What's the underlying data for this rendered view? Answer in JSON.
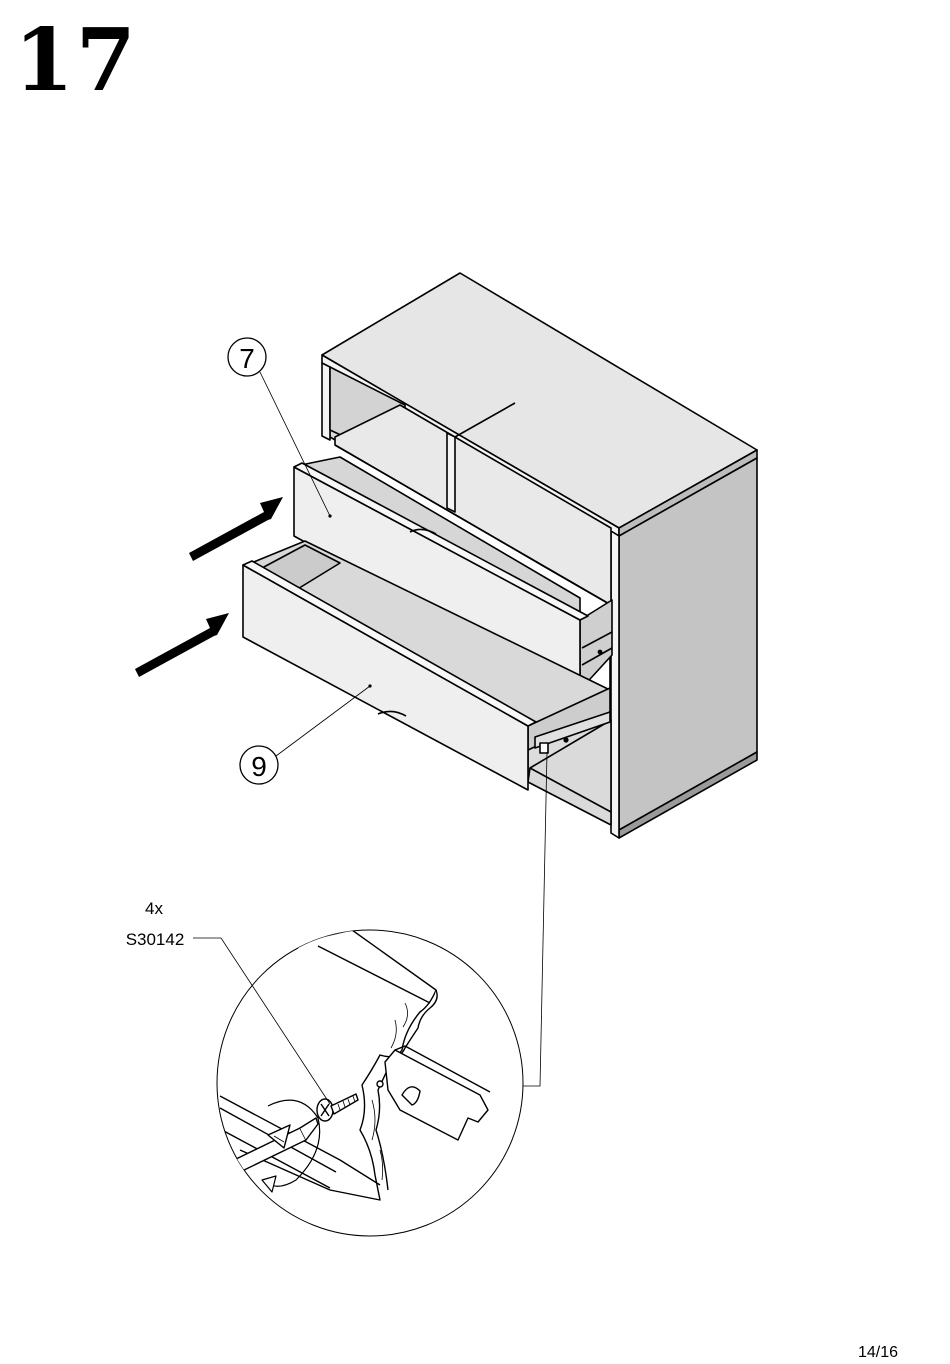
{
  "step": {
    "number": "17"
  },
  "parts": {
    "upper_drawer_label": "7",
    "lower_drawer_label": "9"
  },
  "hardware": {
    "quantity": "4x",
    "code": "S30142"
  },
  "footer": {
    "page_number": "14/16"
  },
  "colors": {
    "top_panel": "#e6e6e6",
    "side_panel": "#c4c4c4",
    "inner": "#d9d9d9",
    "front": "#f0f0f0",
    "line": "#000000"
  }
}
